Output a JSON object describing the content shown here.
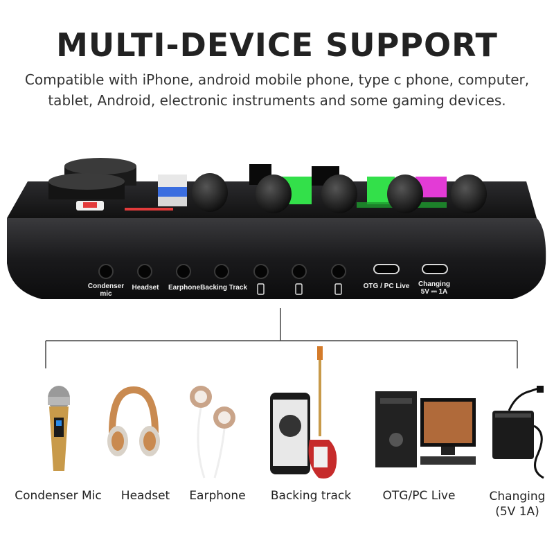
{
  "header": {
    "title": "MULTI-DEVICE SUPPORT",
    "subtitle_line1": "Compatible with iPhone, android mobile phone, type c phone, computer,",
    "subtitle_line2": "tablet, Android, electronic instruments and some gaming devices."
  },
  "ports": {
    "condenser_line1": "Condenser",
    "condenser_line2": "mic",
    "headset": "Headset",
    "earphone": "Earphone",
    "backing_track": "Backing Track",
    "otg": "OTG / PC Live",
    "changing_line1": "Changing",
    "changing_line2": "5V ⎓ 1A"
  },
  "devices": {
    "condenser_mic": "Condenser Mic",
    "headset": "Headset",
    "earphone": "Earphone",
    "backing_track": "Backing track",
    "otg_pc_live": "OTG/PC Live",
    "changing_line1": "Changing",
    "changing_line2": "(5V 1A)"
  },
  "colors": {
    "accent_green": "#33e04a",
    "accent_magenta": "#e33bd6",
    "accent_red": "#e23b3b",
    "device_body": "#1b1b1d"
  }
}
